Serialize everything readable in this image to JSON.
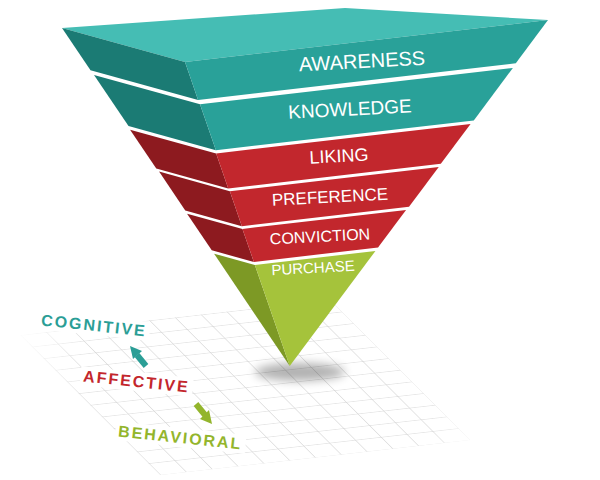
{
  "diagram": {
    "nodes": [
      {
        "text": [
          "AWARENESS"
        ]
      },
      {
        "text": [
          "KNOWLEDGE"
        ]
      },
      {
        "text": [
          "LIKING"
        ]
      },
      {
        "text": [
          "PREFERENCE"
        ]
      },
      {
        "text": [
          "CONVICTION"
        ]
      },
      {
        "text": [
          "PURCHASE"
        ]
      }
    ],
    "labels": [
      "COGNITIVE",
      "AFFECTIVE",
      "BEHAVIORAL"
    ]
  }
}
